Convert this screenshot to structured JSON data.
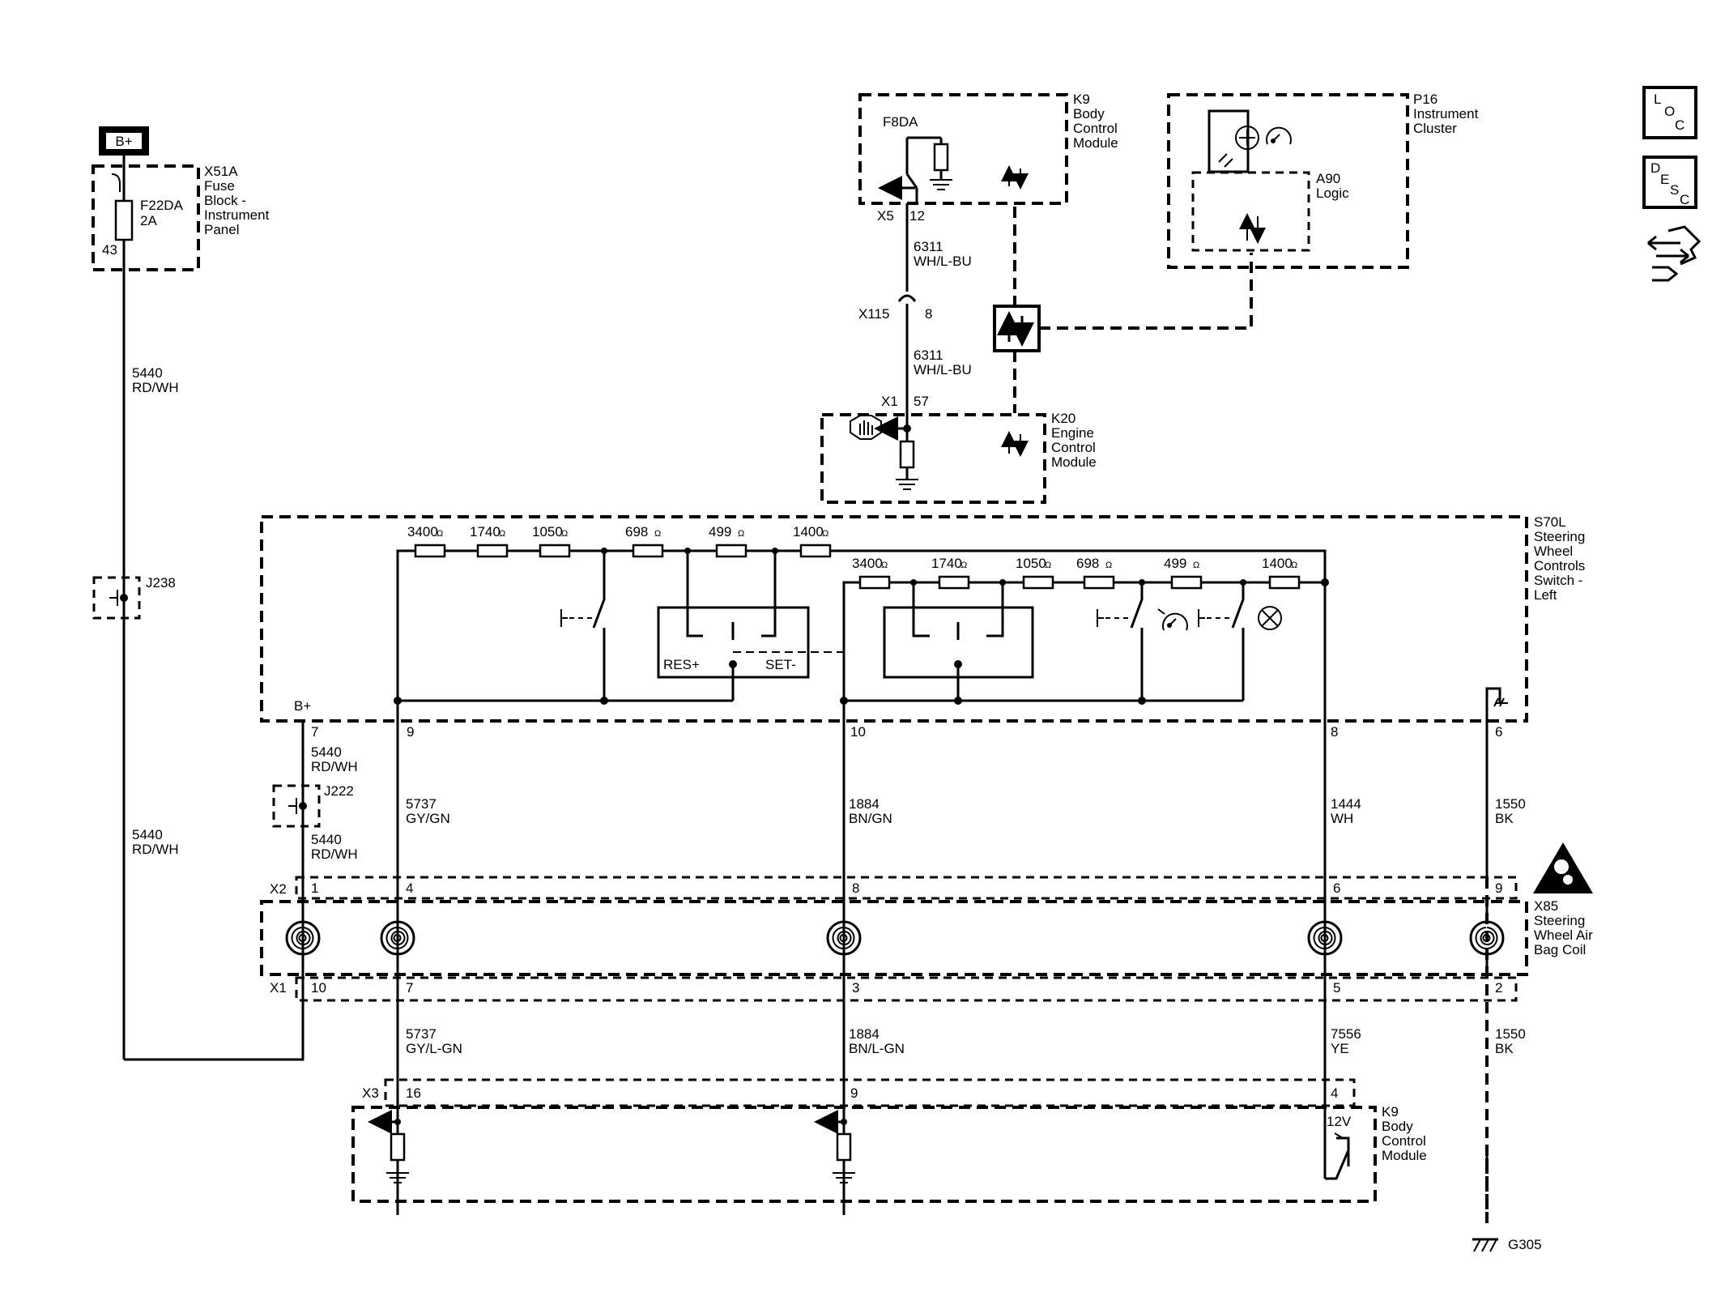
{
  "power": {
    "label": "B+",
    "label2": "B+"
  },
  "fuse_block": {
    "ref": "X51A",
    "name_l1": "Fuse",
    "name_l2": "Block -",
    "name_l3": "Instrument",
    "name_l4": "Panel",
    "fuse": "F22DA",
    "rating": "2A",
    "pin": "43"
  },
  "k9_top": {
    "ref": "K9",
    "name_l1": "Body",
    "name_l2": "Control",
    "name_l3": "Module",
    "fuse": "F8DA",
    "connector": "X5",
    "pin": "12"
  },
  "p16": {
    "ref": "P16",
    "name_l1": "Instrument",
    "name_l2": "Cluster",
    "logic_ref": "A90",
    "logic_name": "Logic"
  },
  "k20": {
    "ref": "K20",
    "name_l1": "Engine",
    "name_l2": "Control",
    "name_l3": "Module",
    "connector": "X1",
    "pin": "57"
  },
  "inline_conn": {
    "ref": "X115",
    "pin": "8"
  },
  "wires": {
    "w6311a": {
      "circuit": "6311",
      "color": "WH/L-BU"
    },
    "w6311b": {
      "circuit": "6311",
      "color": "WH/L-BU"
    },
    "w5440_main": {
      "circuit": "5440",
      "color": "RD/WH"
    },
    "w5440_low": {
      "circuit": "5440",
      "color": "RD/WH"
    },
    "w5440_a": {
      "circuit": "5440",
      "color": "RD/WH"
    },
    "w5440_b": {
      "circuit": "5440",
      "color": "RD/WH"
    },
    "w5737": {
      "circuit": "5737",
      "color": "GY/GN"
    },
    "w1884": {
      "circuit": "1884",
      "color": "BN/GN"
    },
    "w1444": {
      "circuit": "1444",
      "color": "WH"
    },
    "w1550": {
      "circuit": "1550",
      "color": "BK"
    },
    "w5737b": {
      "circuit": "5737",
      "color": "GY/L-GN"
    },
    "w1884b": {
      "circuit": "1884",
      "color": "BN/L-GN"
    },
    "w7556": {
      "circuit": "7556",
      "color": "YE"
    },
    "w1550b": {
      "circuit": "1550",
      "color": "BK"
    }
  },
  "splices": {
    "j238": "J238",
    "j222": "J222"
  },
  "switch": {
    "ref": "S70L",
    "name_l1": "Steering",
    "name_l2": "Wheel",
    "name_l3": "Controls",
    "name_l4": "Switch -",
    "name_l5": "Left",
    "pins": {
      "p7": "7",
      "p9": "9",
      "p10": "10",
      "p8": "8",
      "p6": "6"
    },
    "ladder1": [
      "3400",
      "1740",
      "1050",
      "698",
      "499",
      "1400"
    ],
    "ladder2": [
      "3400",
      "1740",
      "1050",
      "698",
      "499",
      "1400"
    ],
    "unit": "Ω",
    "res_label": "RES+",
    "set_label": "SET-"
  },
  "coil": {
    "ref": "X85",
    "name_l1": "Steering",
    "name_l2": "Wheel Air",
    "name_l3": "Bag Coil",
    "x2": "X2",
    "x1": "X1",
    "x2_pins": [
      "1",
      "4",
      "8",
      "6",
      "9"
    ],
    "x1_pins": [
      "10",
      "7",
      "3",
      "5",
      "2"
    ]
  },
  "k9_bottom": {
    "ref": "K9",
    "name_l1": "Body",
    "name_l2": "Control",
    "name_l3": "Module",
    "connector": "X3",
    "pins": [
      "16",
      "9",
      "4"
    ],
    "voltage": "12V"
  },
  "ground": {
    "ref": "G305"
  },
  "nav": {
    "loc": [
      "L",
      "O",
      "C"
    ],
    "desc": [
      "D",
      "E",
      "S",
      "C"
    ]
  },
  "colors": {
    "line": "#000000",
    "background": "#ffffff"
  }
}
